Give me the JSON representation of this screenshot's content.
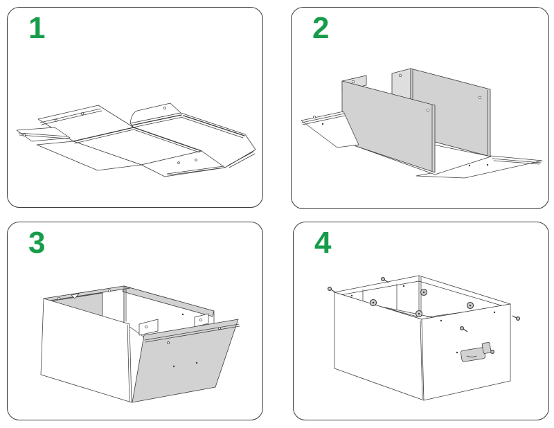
{
  "colors": {
    "accent_green": "#169c4a",
    "line": "#3a3a3a",
    "metal_gray": "#d2d2d2",
    "background": "#ffffff"
  },
  "steps": [
    {
      "number": "1",
      "alt": "flat unfolded sheet-metal blank with fold lines and screw holes"
    },
    {
      "number": "2",
      "alt": "two side walls folded upright on the flat blank"
    },
    {
      "number": "3",
      "alt": "box formed with top flanges folded, front panel folding up"
    },
    {
      "number": "4",
      "alt": "assembled box with screws and latch bracket fitted"
    }
  ]
}
